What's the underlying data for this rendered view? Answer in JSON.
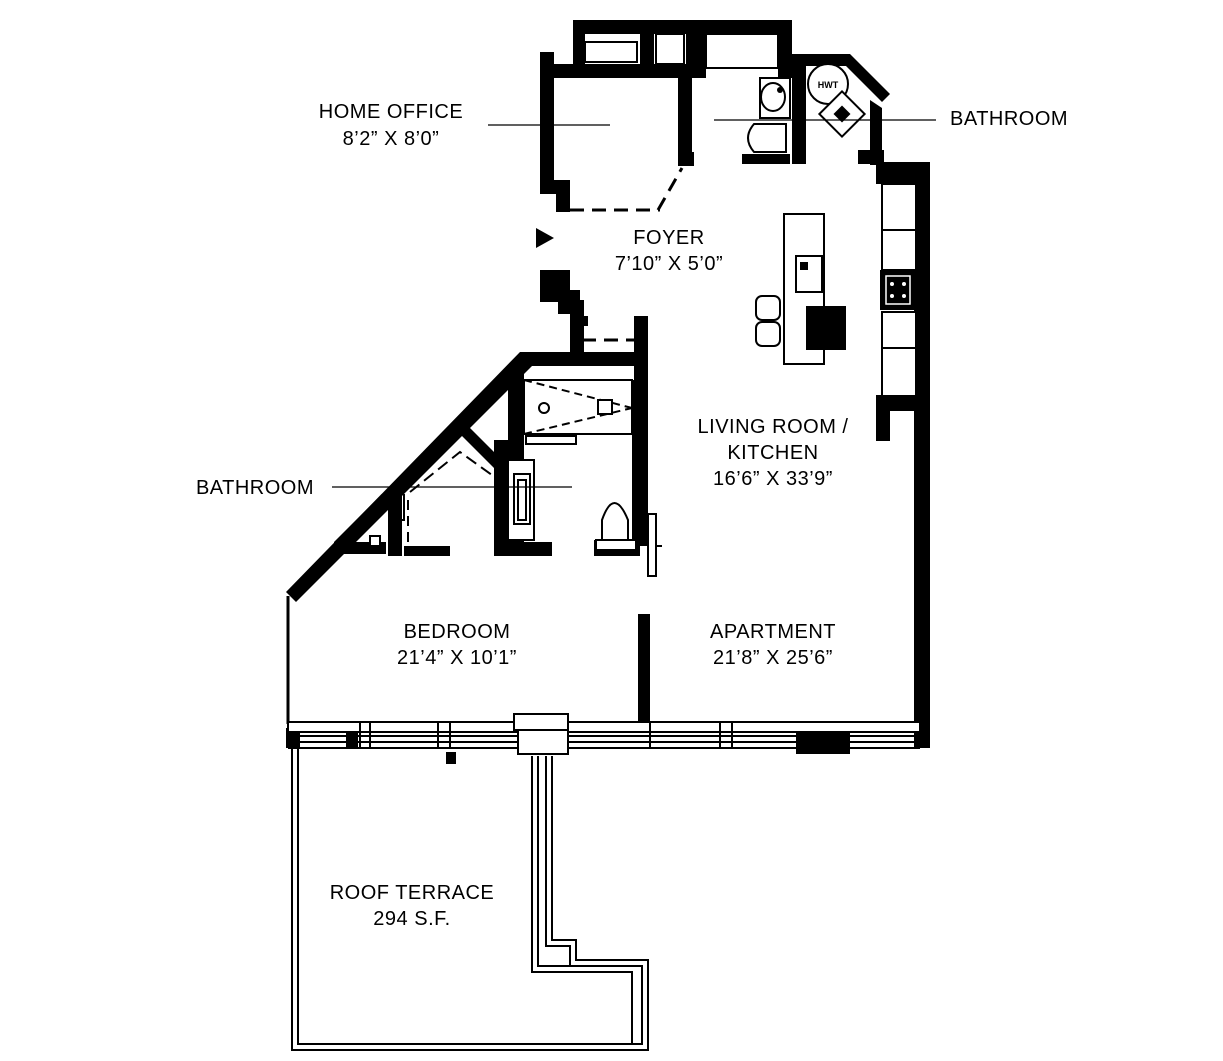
{
  "rooms": {
    "home_office": {
      "name": "HOME OFFICE",
      "dims": "8’2” X 8’0”"
    },
    "bathroom_upper": {
      "name": "BATHROOM"
    },
    "foyer": {
      "name": "FOYER",
      "dims": "7’10” X 5’0”"
    },
    "living_kitchen": {
      "name_line1": "LIVING ROOM /",
      "name_line2": "KITCHEN",
      "dims": "16’6” X 33’9”"
    },
    "bathroom_lower": {
      "name": "BATHROOM"
    },
    "bedroom": {
      "name": "BEDROOM",
      "dims": "21’4” X 10’1”"
    },
    "apartment": {
      "name": "APARTMENT",
      "dims": "21’8” X 25’6”"
    },
    "roof_terrace": {
      "name": "ROOF TERRACE",
      "dims": "294 S.F."
    }
  },
  "colors": {
    "ink": "#000000",
    "paper": "#ffffff"
  },
  "icons": [
    "entry-arrow-icon",
    "sink-icon",
    "toilet-icon",
    "washer-dryer-icon",
    "stove-icon",
    "shower-icon"
  ]
}
